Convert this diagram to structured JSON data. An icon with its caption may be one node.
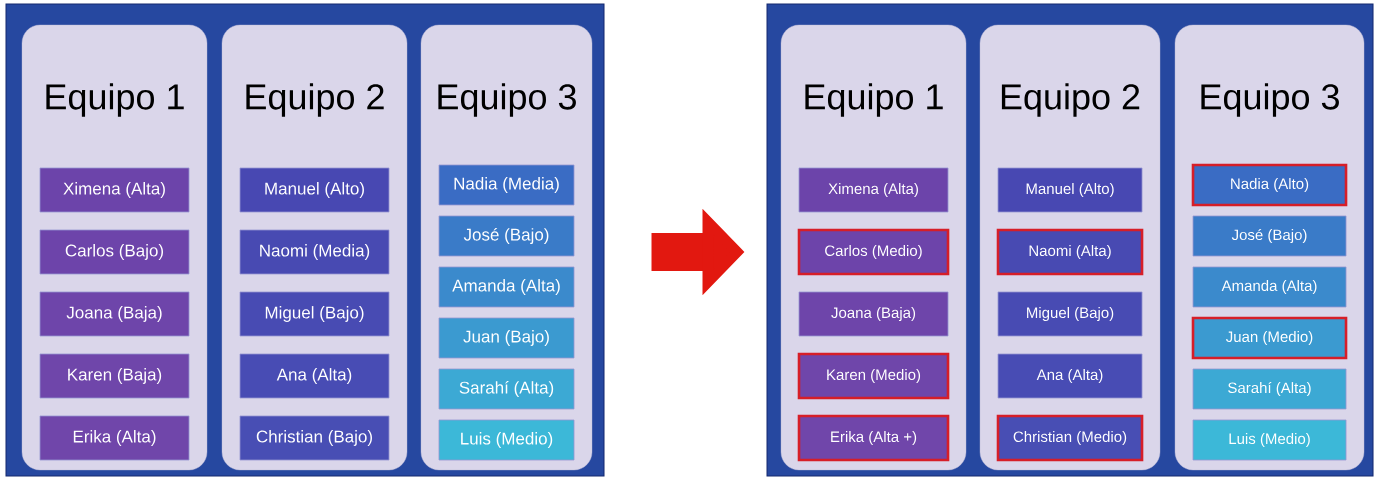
{
  "diagram": {
    "nodes": [
      {
        "text": [],
        "shape": "box"
      },
      {
        "text": [
          "Equipo 1"
        ],
        "in": 0
      },
      {
        "text": [
          "Ximena (Alta)"
        ],
        "in": 1
      },
      {
        "text": [
          "Carlos (Bajo)"
        ],
        "in": 1
      },
      {
        "text": [
          "Joana (Baja)"
        ],
        "in": 1
      },
      {
        "text": [
          "Karen (Baja)"
        ],
        "in": 1
      },
      {
        "text": [
          "Erika (Alta)"
        ],
        "in": 1
      },
      {
        "text": [
          "Equipo 2"
        ],
        "in": 0
      },
      {
        "text": [
          "Manuel (Alto)"
        ],
        "in": 7
      },
      {
        "text": [
          "Naomi (Media)"
        ],
        "in": 7
      },
      {
        "text": [
          "Miguel (Bajo)"
        ],
        "in": 7
      },
      {
        "text": [
          "Ana (Alta)"
        ],
        "in": 7
      },
      {
        "text": [
          "Christian (Bajo)"
        ],
        "in": 7
      },
      {
        "text": [
          "Equipo 3"
        ],
        "in": 0
      },
      {
        "text": [
          "Nadia (Media)"
        ],
        "in": 13
      },
      {
        "text": [
          "José (Bajo)"
        ],
        "in": 13
      },
      {
        "text": [
          "Amanda (Alta)"
        ],
        "in": 13
      },
      {
        "text": [
          "Juan (Bajo)"
        ],
        "in": 13
      },
      {
        "text": [
          "Sarahí (Alta)"
        ],
        "in": 13
      },
      {
        "text": [
          "Luis (Medio)"
        ],
        "in": 13
      },
      {
        "text": [],
        "shape": "box"
      },
      {
        "text": [
          "Equipo 1"
        ],
        "in": 20
      },
      {
        "text": [
          "Ximena (Alta)"
        ],
        "in": 21
      },
      {
        "text": [
          "Carlos (Medio)"
        ],
        "in": 21
      },
      {
        "text": [
          "Joana (Baja)"
        ],
        "in": 21
      },
      {
        "text": [
          "Karen (Medio)"
        ],
        "in": 21
      },
      {
        "text": [
          "Erika (Alta +)"
        ],
        "in": 21
      },
      {
        "text": [
          "Equipo 2"
        ],
        "in": 20
      },
      {
        "text": [
          "Manuel (Alto)"
        ],
        "in": 27
      },
      {
        "text": [
          "Naomi (Alta)"
        ],
        "in": 27
      },
      {
        "text": [
          "Miguel (Bajo)"
        ],
        "in": 27
      },
      {
        "text": [
          "Ana (Alta)"
        ],
        "in": 27
      },
      {
        "text": [
          "Christian (Medio)"
        ],
        "in": 27
      },
      {
        "text": [
          "Equipo 3"
        ],
        "in": 20
      },
      {
        "text": [
          "Nadia (Alto)"
        ],
        "in": 33
      },
      {
        "text": [
          "José (Bajo)"
        ],
        "in": 33
      },
      {
        "text": [
          "Amanda (Alta)"
        ],
        "in": 33
      },
      {
        "text": [
          "Juan (Medio)"
        ],
        "in": 33
      },
      {
        "text": [
          "Sarahí (Alta)"
        ],
        "in": 33
      },
      {
        "text": [
          "Luis (Medio)"
        ],
        "in": 33
      }
    ],
    "edges": [
      {
        "from": 0,
        "to": 20,
        "arrow": "to"
      }
    ]
  }
}
